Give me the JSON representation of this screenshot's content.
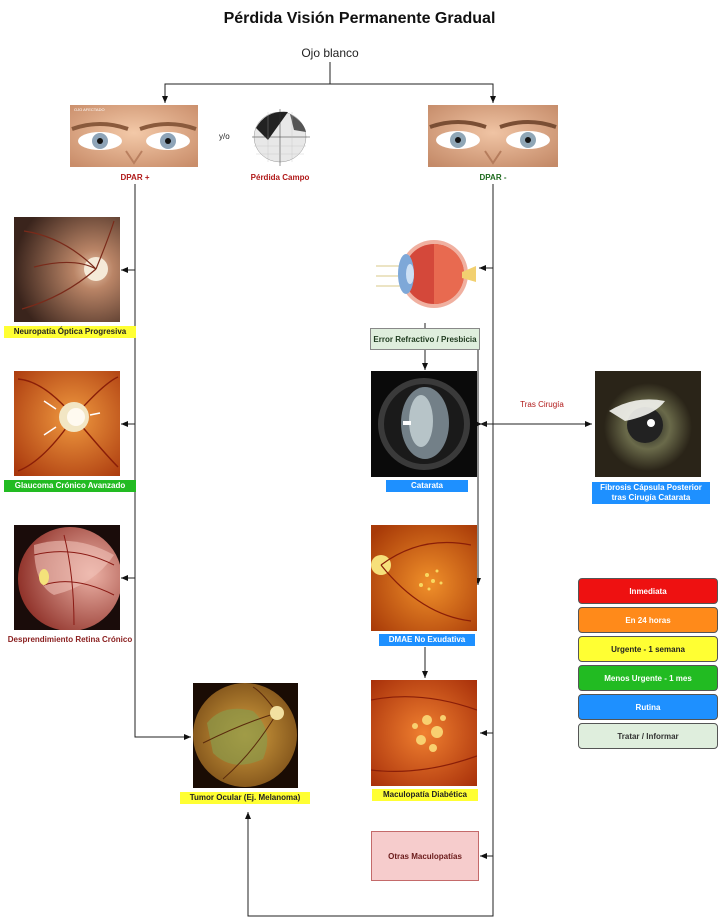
{
  "title": "Pérdida Visión Permanente Gradual",
  "root": "Ojo blanco",
  "dpar_pos": "DPAR +",
  "dpar_neg": "DPAR -",
  "yo": "y/o",
  "perdida_campo": "Pérdida Campo",
  "photo_caption": "OJO AFECTADO",
  "tras_cirugia": "Tras Cirugía",
  "left_nodes": {
    "neuropatia": "Neuropatía Óptica Progresiva",
    "glaucoma": "Glaucoma Crónico Avanzado",
    "desprendimiento": "Desprendimiento Retina Crónico",
    "tumor": "Tumor Ocular (Ej. Melanoma)"
  },
  "right_nodes": {
    "error_refractivo": "Error Refractivo / Presbicia",
    "catarata": "Catarata",
    "fibrosis": "Fibrosis Cápsula Posterior tras Cirugía Catarata",
    "dmae": "DMAE No Exudativa",
    "maculopatia_diabetica": "Maculopatía Diabética",
    "otras": "Otras Maculopatías"
  },
  "legend": [
    {
      "label": "Inmediata",
      "color": "#ee1111",
      "text_color": "#ffffff"
    },
    {
      "label": "En 24 horas",
      "color": "#ff8a1a",
      "text_color": "#ffffff"
    },
    {
      "label": "Urgente - 1 semana",
      "color": "#ffff33",
      "text_color": "#222222"
    },
    {
      "label": "Menos Urgente - 1 mes",
      "color": "#22bb22",
      "text_color": "#ffffff"
    },
    {
      "label": "Rutina",
      "color": "#1e90ff",
      "text_color": "#ffffff"
    },
    {
      "label": "Tratar / Informar",
      "color": "#dfeedd",
      "text_color": "#333333"
    }
  ]
}
